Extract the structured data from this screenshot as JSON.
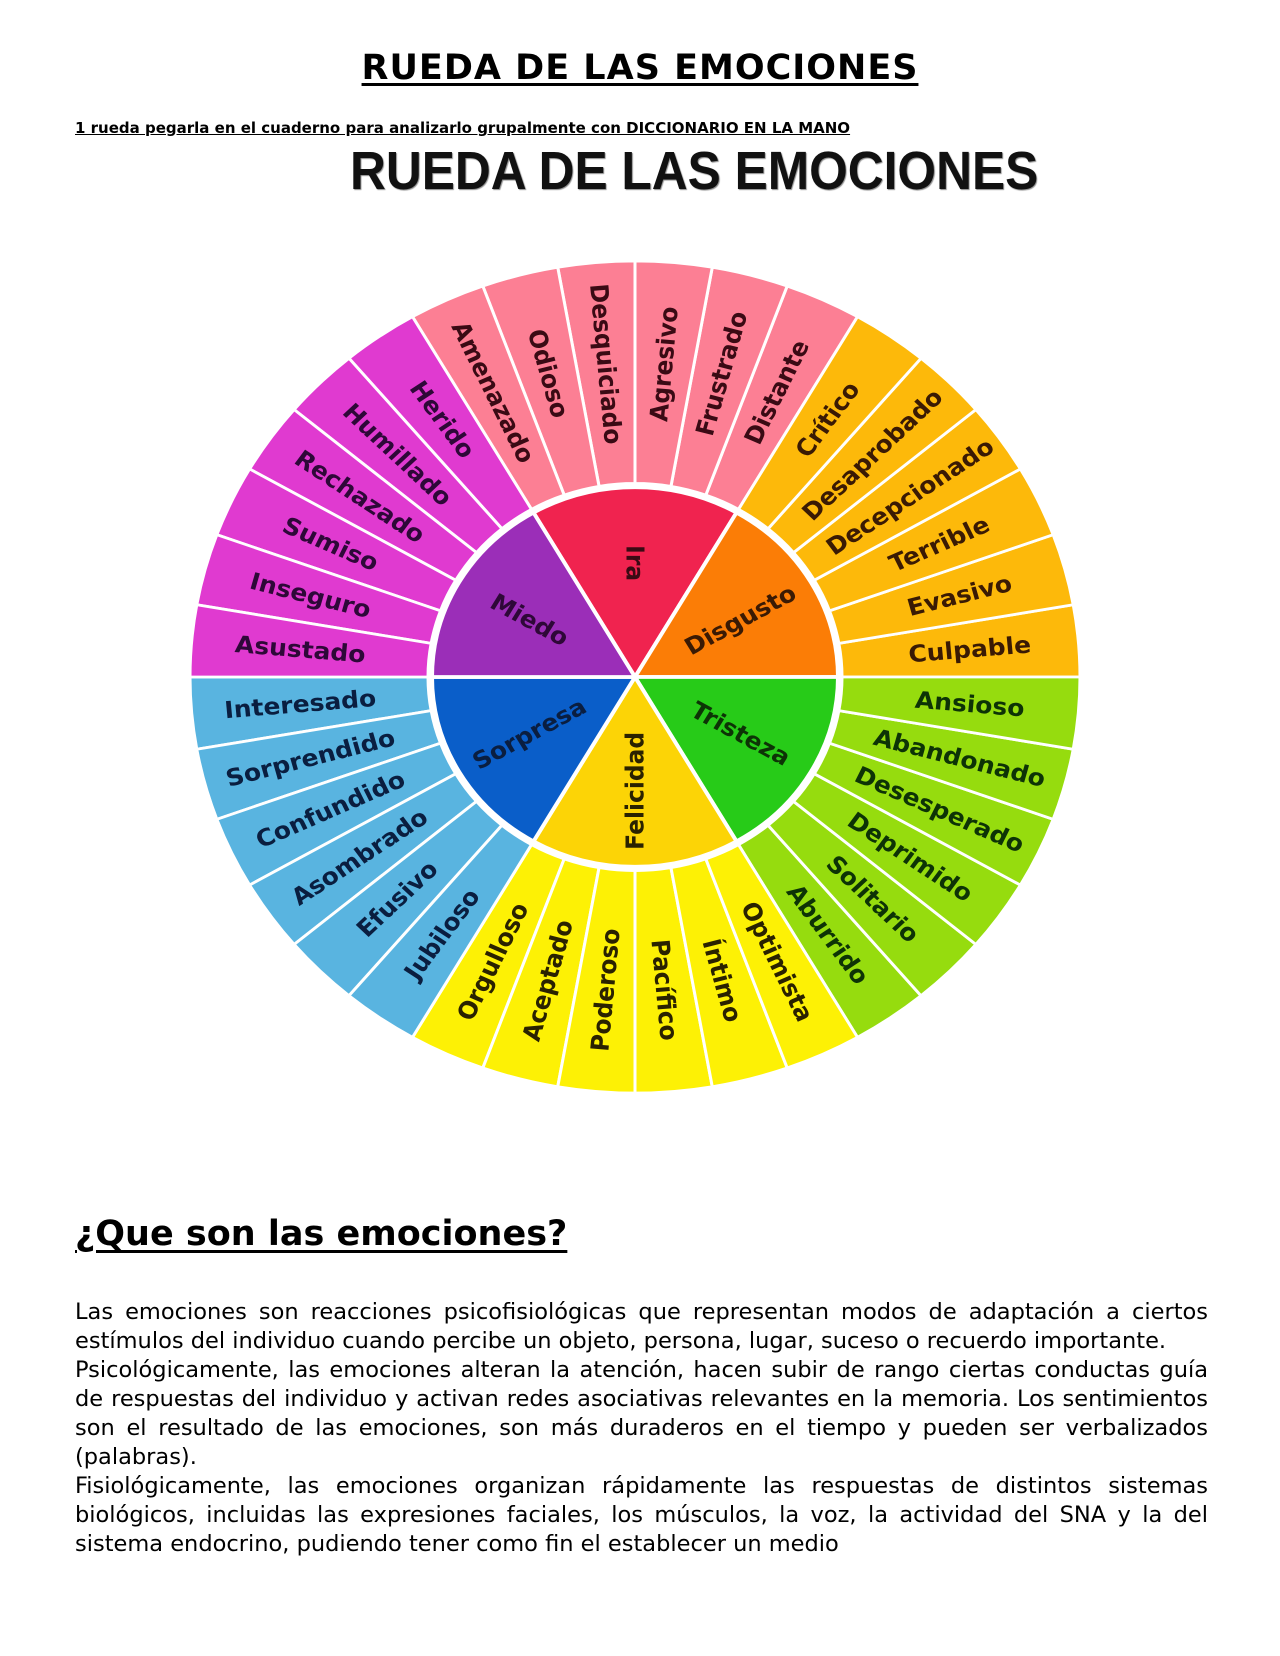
{
  "document": {
    "title": "RUEDA DE LAS EMOCIONES",
    "instruction": "1 rueda pegarla en el cuaderno para analizarlo grupalmente con DICCIONARIO EN LA MANO",
    "section_heading": "¿Que son las emociones?",
    "paragraphs": [
      "Las emociones son reacciones psicofisiológicas que representan modos de adaptación a ciertos estímulos del individuo cuando percibe un objeto, persona, lugar, suceso o recuerdo importante.",
      "Psicológicamente, las emociones alteran la atención, hacen subir de rango ciertas conductas guía de respuestas del individuo y activan redes asociativas relevantes en la memoria. Los sentimientos son el resultado de las emociones, son más duraderos en el tiempo y pueden ser verbalizados (palabras).",
      "Fisiológicamente, las emociones organizan rápidamente las respuestas de distintos sistemas biológicos, incluidas las expresiones faciales, los músculos, la voz, la actividad del SNA y la del sistema endocrino, pudiendo tener como fin el establecer un medio"
    ]
  },
  "wheel": {
    "title": "RUEDA DE LAS EMOCIONES",
    "separator_color": "#ffffff",
    "sections": [
      {
        "name": "Ira",
        "start_deg": 60,
        "end_deg": 120,
        "inner_color": "#f0234f",
        "outer_color": "#fc7f94",
        "text_color": "#3a0a14",
        "inner_rotation": 90,
        "outer_labels": [
          "Distante",
          "Frustrado",
          "Agresivo",
          "Desquiciado",
          "Odioso",
          "Amenazado"
        ]
      },
      {
        "name": "Disgusto",
        "start_deg": 0,
        "end_deg": 60,
        "inner_color": "#fb7d06",
        "outer_color": "#fdb90a",
        "text_color": "#3a1a04",
        "inner_rotation": -30,
        "outer_labels": [
          "Culpable",
          "Evasivo",
          "Terrible",
          "Decepcionado",
          "Desaprobado",
          "Crítico"
        ]
      },
      {
        "name": "Tristeza",
        "start_deg": -60,
        "end_deg": 0,
        "inner_color": "#27cb18",
        "outer_color": "#96dc0e",
        "text_color": "#0d3306",
        "inner_rotation": 30,
        "outer_labels": [
          "Aburrido",
          "Solitario",
          "Deprimido",
          "Desesperado",
          "Abandonado",
          "Ansioso"
        ]
      },
      {
        "name": "Felicidad",
        "start_deg": -120,
        "end_deg": -60,
        "inner_color": "#fcd406",
        "outer_color": "#fdf105",
        "text_color": "#2a2200",
        "inner_rotation": -90,
        "outer_labels": [
          "Orgulloso",
          "Aceptado",
          "Poderoso",
          "Pacífico",
          "Íntimo",
          "Optimista"
        ]
      },
      {
        "name": "Sorpresa",
        "start_deg": 180,
        "end_deg": 240,
        "inner_color": "#0a5ec9",
        "outer_color": "#59b4e0",
        "text_color": "#0a1e40",
        "inner_rotation": -30,
        "outer_labels": [
          "Interesado",
          "Sorprendido",
          "Confundido",
          "Asombrado",
          "Efusivo",
          "Jubiloso"
        ]
      },
      {
        "name": "Miedo",
        "start_deg": 120,
        "end_deg": 180,
        "inner_color": "#9b2eb8",
        "outer_color": "#e03ad0",
        "text_color": "#2e0838",
        "inner_rotation": 30,
        "outer_labels": [
          "Herido",
          "Humillado",
          "Rechazado",
          "Sumiso",
          "Inseguro",
          "Asustado"
        ]
      }
    ]
  }
}
